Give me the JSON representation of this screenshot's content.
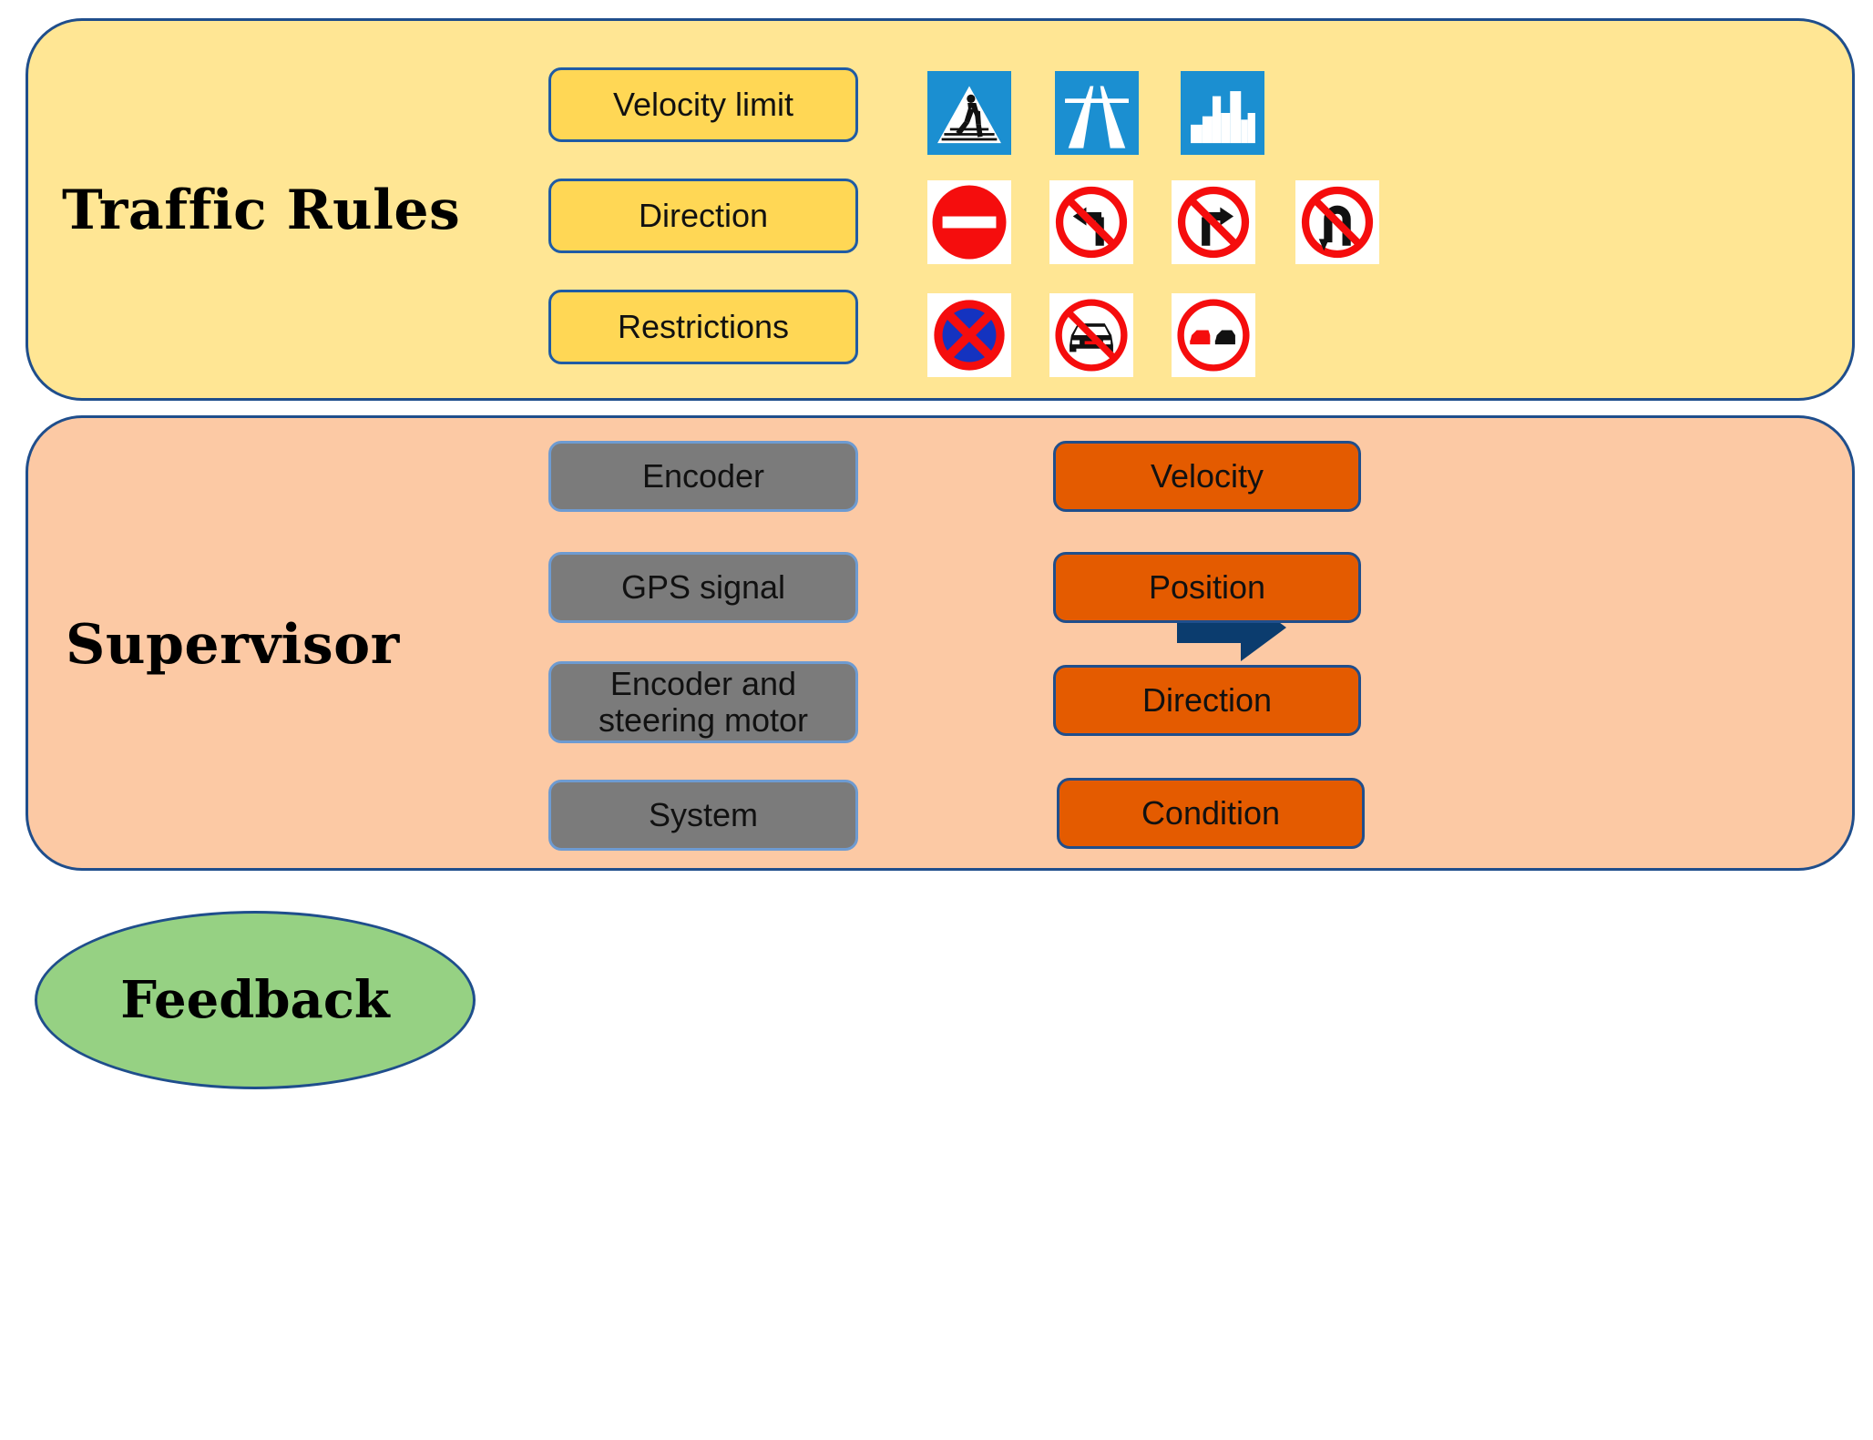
{
  "diagram": {
    "sections": [
      {
        "title": "Traffic Rules",
        "categories": [
          {
            "label": "Velocity limit",
            "signs": [
              {
                "name": "pedestrian-crossing-sign",
                "meaning": "Pedestrian crossing"
              },
              {
                "name": "motorway-sign",
                "meaning": "Motorway"
              },
              {
                "name": "city-limit-sign",
                "meaning": "City limit / built-up area"
              }
            ]
          },
          {
            "label": "Direction",
            "signs": [
              {
                "name": "no-entry-sign",
                "meaning": "No entry"
              },
              {
                "name": "no-left-turn-sign",
                "meaning": "No left turn"
              },
              {
                "name": "no-right-turn-sign",
                "meaning": "No right turn"
              },
              {
                "name": "no-u-turn-sign",
                "meaning": "No U-turn"
              }
            ]
          },
          {
            "label": "Restrictions",
            "signs": [
              {
                "name": "no-stopping-sign",
                "meaning": "No stopping"
              },
              {
                "name": "no-vehicles-sign",
                "meaning": "No motor vehicles"
              },
              {
                "name": "no-overtaking-sign",
                "meaning": "No overtaking"
              }
            ]
          }
        ]
      },
      {
        "title": "Supervisor",
        "inputs": [
          "Encoder",
          "GPS signal",
          "Encoder and steering motor",
          "System"
        ],
        "outputs": [
          "Velocity",
          "Position",
          "Direction",
          "Condition"
        ],
        "arrow": {
          "name": "flow-arrow",
          "direction": "right"
        }
      }
    ],
    "feedback": {
      "label": "Feedback"
    }
  },
  "colors": {
    "traffic_panel_bg": "#FFE694",
    "traffic_chip_bg": "#FFD755",
    "supervisor_panel_bg": "#FCC9A4",
    "input_chip_bg": "#7B7B7B",
    "output_chip_bg": "#E45B00",
    "feedback_bg": "#96D183",
    "panel_border": "#1F4E8C",
    "arrow": "#0B3C6E",
    "sign_blue": "#1B8FD1",
    "sign_red": "#F50D0D",
    "sign_white": "#FFFFFF"
  }
}
